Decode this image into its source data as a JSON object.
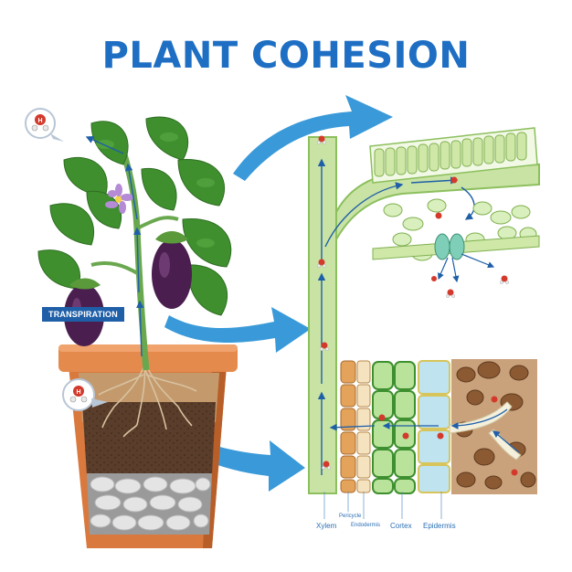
{
  "title": "PLANT COHESION",
  "transpiration_label": "TRANSPIRATION",
  "tissue_labels": {
    "xylem": "Xylem",
    "pericycle": "Pericycle",
    "endodermis": "Endodermis",
    "cortex": "Cortex",
    "epidermis": "Epidermis"
  },
  "molecule_letter": "H",
  "colors": {
    "title_blue": "#1e6fc4",
    "arrow_blue": "#3a9ad9",
    "flow_blue": "#1f5fa8",
    "pot_orange": "#d9793e",
    "leaf_green": "#3f8f2f",
    "eggplant_purple": "#4a1f4f",
    "tissue_green": "#c9e3a4",
    "cortex_green": "#4aa33a",
    "epidermis_blue": "#bfe3ef",
    "soil_brown": "#8b5a33"
  }
}
